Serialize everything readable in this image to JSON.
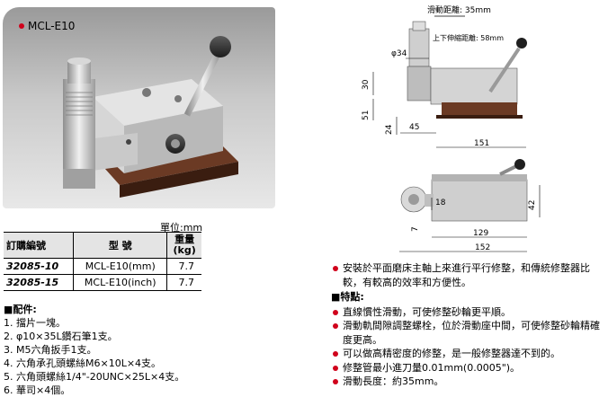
{
  "product": {
    "model_tag": "MCL-E10"
  },
  "drawing_side": {
    "dims": {
      "slide_distance": "滑動距離: 35mm",
      "vertical_stroke": "上下伸縮距離: 58mm",
      "dia": "φ34",
      "h30": "30",
      "h51": "51",
      "h24": "24",
      "w45": "45",
      "w151": "151"
    }
  },
  "drawing_top": {
    "dims": {
      "w18": "18",
      "w42": "42",
      "w7": "7",
      "w129": "129",
      "w152": "152"
    }
  },
  "spec_table": {
    "unit_label": "單位:mm",
    "headers": {
      "order_no": "訂購編號",
      "model": "型  號",
      "weight": "重量\n(kg)"
    },
    "rows": [
      {
        "order_no": "32085-10",
        "model": "MCL-E10(mm)",
        "weight": "7.7"
      },
      {
        "order_no": "32085-15",
        "model": "MCL-E10(inch)",
        "weight": "7.7"
      }
    ]
  },
  "accessories": {
    "title": "■配件:",
    "items": [
      "1. 擋片一塊。",
      "2. φ10×35L鑽石筆1支。",
      "3. M5六角扳手1支。",
      "4. 六角承孔頭螺絲M6×10L×4支。",
      "5. 六角頭螺絲1/4\"-20UNC×25L×4支。",
      "6. 華司×4個。"
    ]
  },
  "features": {
    "intro": "安裝於平面磨床主軸上來進行平行修整，和傳統修整器比較，有較高的效率和方便性。",
    "title": "■特點:",
    "items": [
      "直線慣性滑動，可使修整砂輪更平順。",
      "滑動軌間隙調整螺栓，位於滑動座中間，可使修整砂輪精確度更高。",
      "可以做高精密度的修整，是一般修整器達不到的。",
      "修整管最小進刀量0.01mm(0.0005\")。",
      "滑動長度：約35mm。"
    ]
  },
  "colors": {
    "bullet": "#d0021b",
    "header_bg": "#e4e4e4"
  }
}
